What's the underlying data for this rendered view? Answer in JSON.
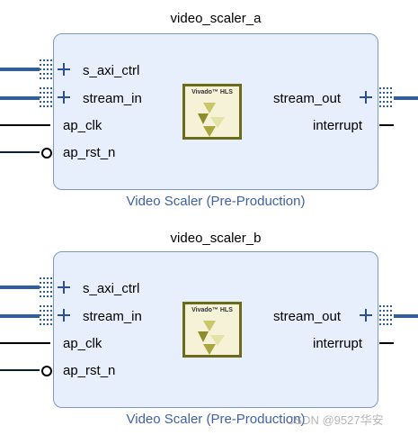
{
  "blocks": [
    {
      "instance_name": "video_scaler_a",
      "subtitle": "Video Scaler (Pre-Production)",
      "logo_text": "Vivado™ HLS",
      "pins_left": [
        "s_axi_ctrl",
        "stream_in",
        "ap_clk",
        "ap_rst_n"
      ],
      "pins_right": [
        "stream_out",
        "interrupt"
      ]
    },
    {
      "instance_name": "video_scaler_b",
      "subtitle": "Video Scaler (Pre-Production)",
      "logo_text": "Vivado™ HLS",
      "pins_left": [
        "s_axi_ctrl",
        "stream_in",
        "ap_clk",
        "ap_rst_n"
      ],
      "pins_right": [
        "stream_out",
        "interrupt"
      ]
    }
  ],
  "watermark": "CSDN @9527华安",
  "colors": {
    "block_fill": "#e6effb",
    "block_border": "#7a99c8",
    "bus_wire": "#2f5ea3",
    "subtitle": "#3f62a8",
    "logo_border": "#6b6b1a"
  }
}
